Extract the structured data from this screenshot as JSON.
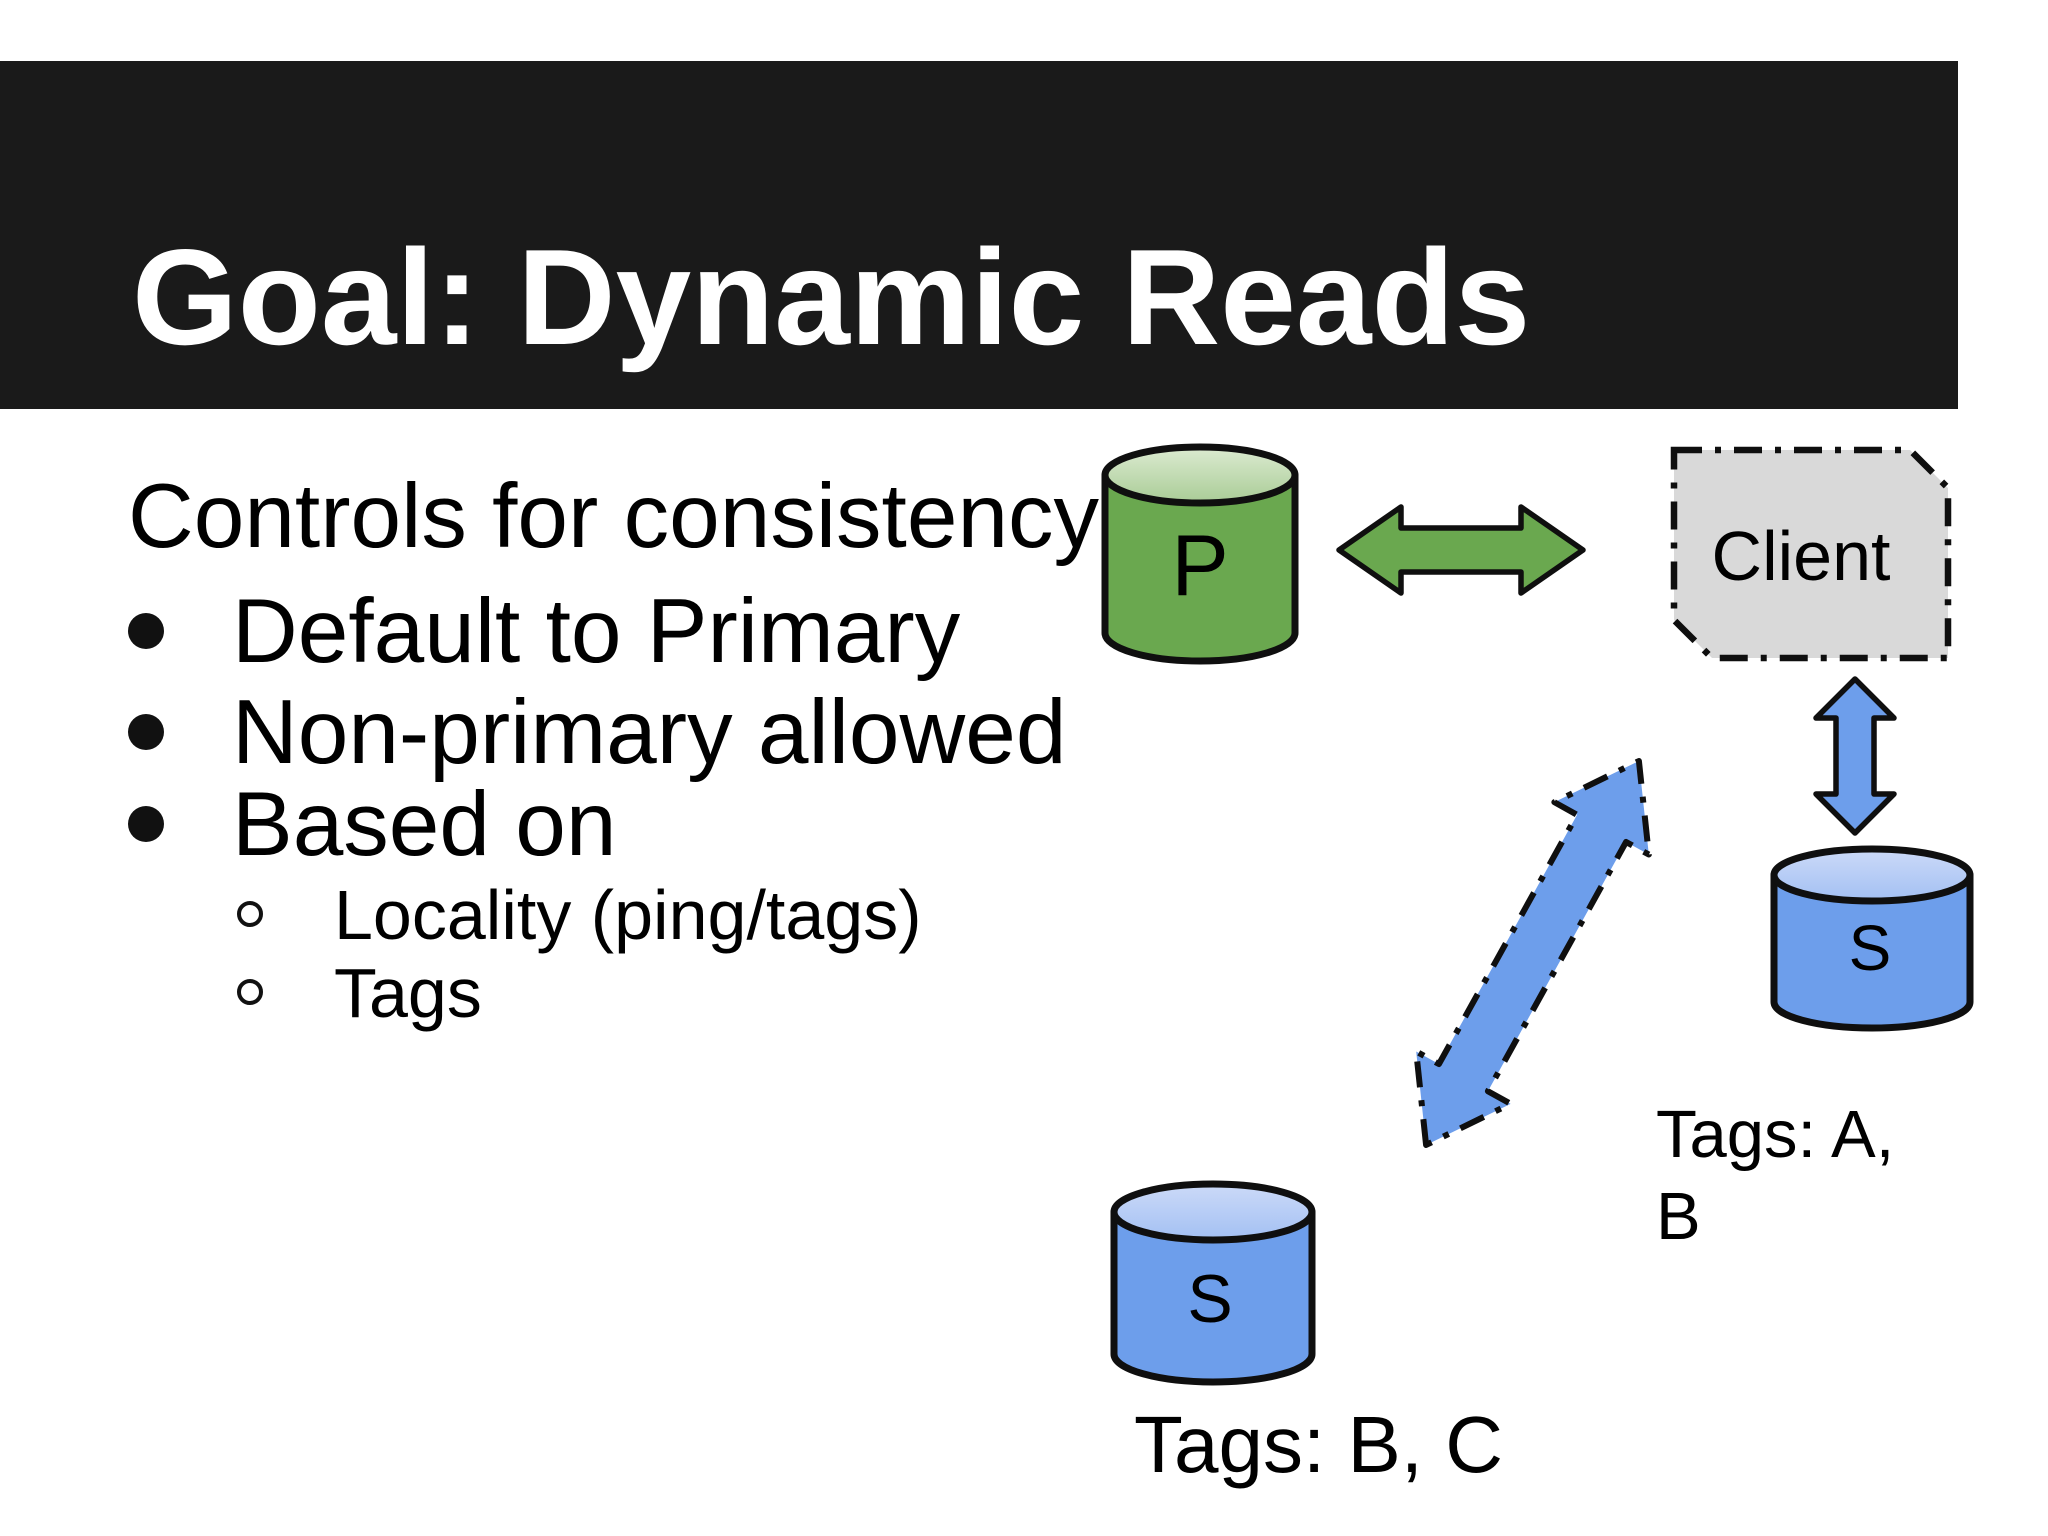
{
  "slide": {
    "title": "Goal: Dynamic Reads",
    "body": {
      "heading": "Controls for consistency",
      "bullets": [
        {
          "level": 1,
          "label": "Default to Primary"
        },
        {
          "level": 1,
          "label": "Non-primary allowed"
        },
        {
          "level": 1,
          "label": "Based on"
        },
        {
          "level": 2,
          "label": "Locality (ping/tags)"
        },
        {
          "level": 2,
          "label": "Tags"
        }
      ]
    },
    "diagram": {
      "primary_node": {
        "label": "P"
      },
      "client_node": {
        "label": "Client"
      },
      "secondary_right_node": {
        "label": "S",
        "tags_line1": "Tags: A,",
        "tags_line2": "B"
      },
      "secondary_bottom_node": {
        "label": "S",
        "tags": "Tags: B, C"
      },
      "colors": {
        "title_bar_black": "#1a1a1a",
        "primary_green": "#6aa84f",
        "secondary_blue": "#6d9eeb",
        "client_gray": "#d9d9d9",
        "outline_black": "#0f0f0f"
      }
    }
  }
}
